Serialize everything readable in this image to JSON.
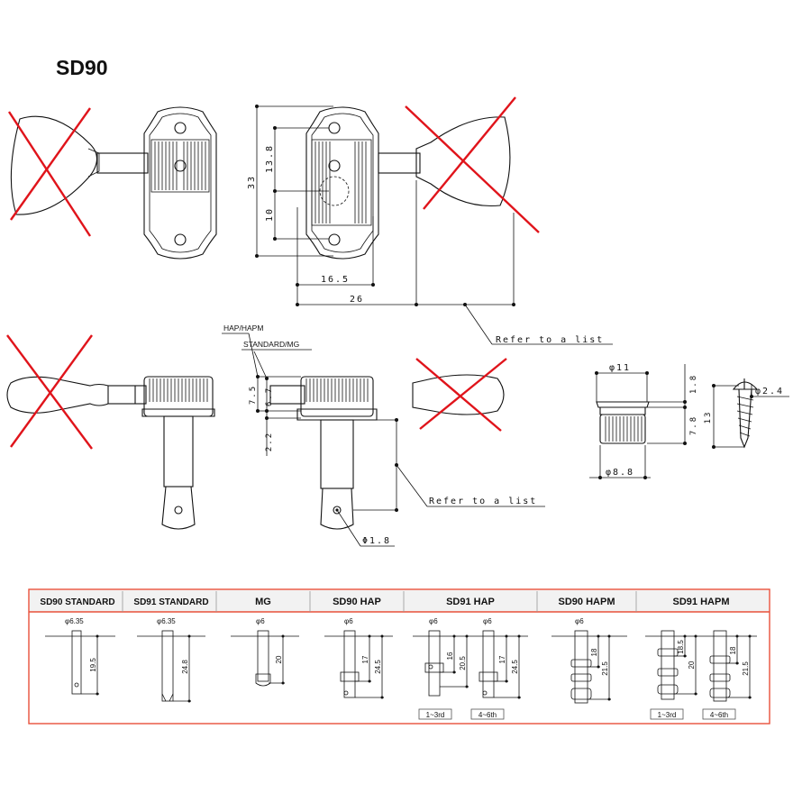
{
  "title": "SD90",
  "dims": {
    "d33": "33",
    "d13_8": "13.8",
    "d10": "10",
    "d16_5": "16.5",
    "d26": "26",
    "refer_top": "Refer to a list",
    "hap_hapm": "HAP/HAPM",
    "standard_mg": "STANDARD/MG",
    "d7_5": "7.5",
    "d6_7": "6.7",
    "d2_2": "2.2",
    "refer_mid": "Refer to a list",
    "d1_8": "Φ1.8",
    "phi11": "φ11",
    "d1_8b": "1.8",
    "d7_8": "7.8",
    "phi8_8": "φ8.8",
    "phi2_4": "φ2.4",
    "d13": "13"
  },
  "table": {
    "headers": [
      "SD90 STANDARD",
      "SD91 STANDARD",
      "MG",
      "SD90 HAP",
      "SD91 HAP",
      "SD90 HAPM",
      "SD91 HAPM"
    ],
    "border_color": "#e8503a",
    "header_bg": "#f2f2f2",
    "cells": {
      "c1": {
        "phi": "φ6.35",
        "len": "19.5"
      },
      "c2": {
        "phi": "φ6.35",
        "len": "24.8"
      },
      "c3": {
        "phi": "φ6",
        "len": "20"
      },
      "c4": {
        "phi": "φ6",
        "len_a": "17",
        "len_b": "24.5"
      },
      "c5": {
        "phi_a": "φ6",
        "phi_b": "φ6",
        "a1": "16",
        "a2": "20.5",
        "b1": "17",
        "b2": "24.5",
        "tag_a": "1~3rd",
        "tag_b": "4~6th"
      },
      "c6": {
        "phi": "φ6",
        "len_a": "18",
        "len_b": "21.5"
      },
      "c7": {
        "a1": "18.5",
        "a2": "20",
        "b1": "18",
        "b2": "21.5",
        "tag_a": "1~3rd",
        "tag_b": "4~6th"
      }
    }
  }
}
